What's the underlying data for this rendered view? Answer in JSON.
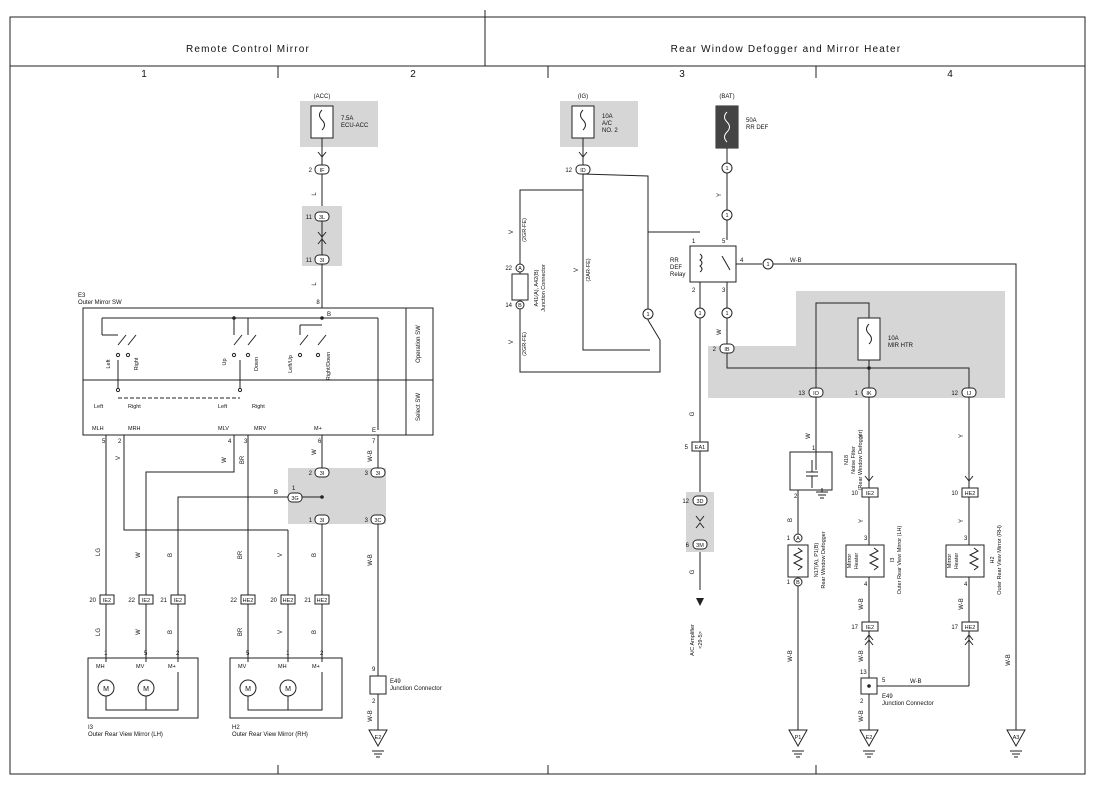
{
  "header": {
    "left_title": "Remote Control Mirror",
    "right_title": "Rear Window Defogger and Mirror Heater",
    "zones": [
      "1",
      "2",
      "3",
      "4"
    ]
  },
  "power": {
    "acc": {
      "source": "(ACC)",
      "rating": "7.5A",
      "name": "ECU-ACC"
    },
    "ig": {
      "source": "(IG)",
      "rating": "10A",
      "name1": "A/C",
      "name2": "NO. 2"
    },
    "bat": {
      "source": "(BAT)",
      "rating": "50A",
      "name": "RR DEF"
    },
    "mirhtr": {
      "rating": "10A",
      "name": "MIR HTR"
    }
  },
  "connectors": {
    "c_2IF": "2",
    "n_IF": "IF",
    "c_11_3L": "11",
    "n_3L": "3L",
    "c_11_3I": "11",
    "n_3I": "3I",
    "c_12_ID": "12",
    "n_ID": "ID",
    "c_2_IB": "2",
    "n_IB": "IB",
    "c_13_IO": "13",
    "n_IO": "IO",
    "c_1_IK": "1",
    "n_IK": "IK",
    "c_12_IJ": "12",
    "n_IJ": "IJ",
    "c_5_EA1": "5",
    "n_EA1": "EA1",
    "c_12_3D": "12",
    "n_3D": "3D",
    "c_6_3M": "6",
    "n_3M": "3M",
    "c_10_IE2a": "10",
    "c_10_HE2": "10",
    "n_IE2": "IE2",
    "n_HE2": "HE2",
    "c_17_IE2": "17",
    "c_17_HE2": "17",
    "c_2_3I": "2",
    "c_1_3I": "1",
    "c_1_3G": "1",
    "n_3G": "3G",
    "c_3_3I": "3",
    "n_3I_b": "3I",
    "c_3_3C": "3",
    "n_3C": "3C",
    "c20": "20",
    "c22": "22",
    "c21": "21",
    "c22b": "22",
    "c20b": "20",
    "c21b": "21",
    "a_22": "22",
    "a_A": "A",
    "a_14": "14",
    "a_B": "B",
    "one": "1"
  },
  "switch": {
    "id": "E3",
    "name": "Outer Mirror SW",
    "operation_label": "Operation SW",
    "select_label": "Select SW",
    "labels": {
      "left": "Left",
      "right": "Right",
      "up": "Up",
      "down": "Down",
      "leftup": "Left/Up",
      "rightdown": "Right/Down",
      "b": "B",
      "e": "E"
    },
    "pins": [
      {
        "name": "MLH",
        "num": "5"
      },
      {
        "name": "MRH",
        "num": "2"
      },
      {
        "name": "MLV",
        "num": "4"
      },
      {
        "name": "MRV",
        "num": "3"
      },
      {
        "name": "M+",
        "num": "6"
      },
      {
        "name": "E",
        "num": "7"
      }
    ],
    "b_pin": "8"
  },
  "wires": {
    "L": "L",
    "V": "V",
    "W": "W",
    "BR": "BR",
    "B": "B",
    "LG": "LG",
    "Y": "Y",
    "G": "G",
    "WB": "W-B",
    "v2gr": "(2GR-FE)",
    "v2ar": "(2AR-FE)"
  },
  "mirror_lh": {
    "id": "I3",
    "name": "Outer Rear View Mirror (LH)",
    "pins": [
      "MH",
      "MV",
      "M+"
    ],
    "nums": [
      "1",
      "5",
      "2"
    ]
  },
  "mirror_rh": {
    "id": "H2",
    "name": "Outer Rear View Mirror (RH)",
    "pins": [
      "MV",
      "MH",
      "M+"
    ],
    "nums": [
      "5",
      "1",
      "2"
    ]
  },
  "junction_e49_left": {
    "id": "E49",
    "name": "Junction Connector",
    "pin_top": "9",
    "pin_bottom": "2"
  },
  "junction_a41": {
    "id": "A41(A), A42(B)",
    "name": "Junction Connector"
  },
  "relay": {
    "name1": "RR",
    "name2": "DEF",
    "name3": "Relay",
    "p1": "1",
    "p2": "2",
    "p3": "3",
    "p4": "4",
    "p5": "5"
  },
  "noise_filter": {
    "id": "N18",
    "name": "Noise Filter",
    "sub": "(Rear Window Defogger)",
    "p1": "1",
    "p2": "2"
  },
  "defogger": {
    "id": "N17(A), P1(B)",
    "name": "Rear Window Defogger",
    "pa": "1",
    "pb": "1"
  },
  "heater_lh": {
    "label1": "Mirror",
    "label2": "Heater",
    "id": "I3",
    "name": "Outer Rear View Mirror (LH)",
    "p3": "3",
    "p4": "4"
  },
  "heater_rh": {
    "label1": "Mirror",
    "label2": "Heater",
    "id": "H2",
    "name": "Outer Rear View Mirror (RH)",
    "p3": "3",
    "p4": "4"
  },
  "junction_e49_right": {
    "id": "E49",
    "name": "Junction Connector",
    "p13": "13",
    "p5": "5",
    "p2": "2"
  },
  "ac_amp": {
    "name": "A/C Amplifier",
    "ref": "<29-5>"
  },
  "grounds": [
    "E2",
    "P1",
    "E2",
    "A3"
  ]
}
